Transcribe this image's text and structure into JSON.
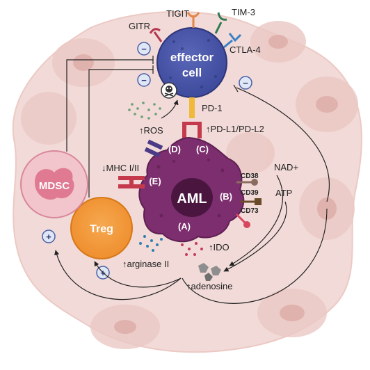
{
  "cells": {
    "effector": {
      "line1": "effector",
      "line2": "cell"
    },
    "aml": "AML",
    "treg": "Treg",
    "mdsc": "MDSC"
  },
  "receptors": {
    "gitr": "GITR",
    "tigit": "TIGIT",
    "tim3": "TIM-3",
    "ctla4": "CTLA-4",
    "pd1": "PD-1",
    "pdl": "PD-L1/PD-L2",
    "cd38": "CD38",
    "cd39": "CD39",
    "cd73": "CD73"
  },
  "mechanisms": {
    "a": "(A)",
    "b": "(B)",
    "c": "(C)",
    "d": "(D)",
    "e": "(E)"
  },
  "molecules": {
    "ros": "ROS",
    "mhc": "MHC I/II",
    "nad": "NAD+",
    "atp": "ATP",
    "ido": "IDO",
    "arginase": "arginase II",
    "adenosine": "adenosine"
  },
  "signs": {
    "minus": "−",
    "plus": "+"
  },
  "colors": {
    "background_cells": "#f1d9d6",
    "effector": "#3e4a9c",
    "aml": "#7d2e6e",
    "treg": "#f39a3a",
    "mdsc": "#e07a92"
  },
  "icons": [
    "skull-icon"
  ]
}
